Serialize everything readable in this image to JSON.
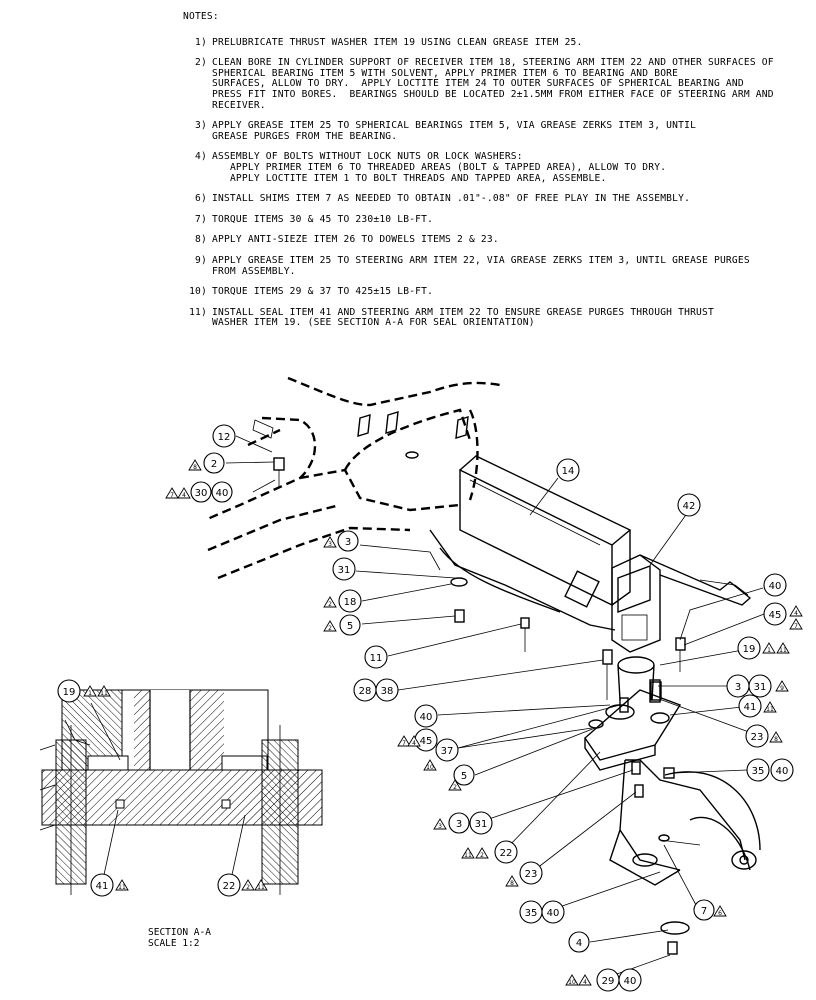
{
  "notes": {
    "title": "NOTES:",
    "items": [
      {
        "num": "1)",
        "text": "PRELUBRICATE THRUST WASHER ITEM 19 USING CLEAN GREASE ITEM 25."
      },
      {
        "num": "2)",
        "text": "CLEAN BORE IN CYLINDER SUPPORT OF RECEIVER ITEM 18, STEERING ARM ITEM 22 AND OTHER SURFACES OF\nSPHERICAL BEARING ITEM 5 WITH SOLVENT, APPLY PRIMER ITEM 6 TO BEARING AND BORE\nSURFACES, ALLOW TO DRY.  APPLY LOCTITE ITEM 24 TO OUTER SURFACES OF SPHERICAL BEARING AND\nPRESS FIT INTO BORES.  BEARINGS SHOULD BE LOCATED 2±1.5MM FROM EITHER FACE OF STEERING ARM AND\nRECEIVER."
      },
      {
        "num": "3)",
        "text": "APPLY GREASE ITEM 25 TO SPHERICAL BEARINGS ITEM 5, VIA GREASE ZERKS ITEM 3, UNTIL\nGREASE PURGES FROM THE BEARING."
      },
      {
        "num": "4)",
        "text": "ASSEMBLY OF BOLTS WITHOUT LOCK NUTS OR LOCK WASHERS:\n   APPLY PRIMER ITEM 6 TO THREADED AREAS (BOLT & TAPPED AREA), ALLOW TO DRY.\n   APPLY LOCTITE ITEM 1 TO BOLT THREADS AND TAPPED AREA, ASSEMBLE."
      },
      {
        "num": "6)",
        "text": "INSTALL SHIMS ITEM 7 AS NEEDED TO OBTAIN .01\"-.08\" OF FREE PLAY IN THE ASSEMBLY."
      },
      {
        "num": "7)",
        "text": "TORQUE ITEMS 30 & 45 TO 230±10 LB-FT."
      },
      {
        "num": "8)",
        "text": "APPLY ANTI-SIEZE ITEM 26 TO DOWELS ITEMS 2 & 23."
      },
      {
        "num": "9)",
        "text": "APPLY GREASE ITEM 25 TO STEERING ARM ITEM 22, VIA GREASE ZERKS ITEM 3, UNTIL GREASE PURGES\nFROM ASSEMBLY."
      },
      {
        "num": "10)",
        "text": "TORQUE ITEMS 29 & 37 TO 425±15 LB-FT."
      },
      {
        "num": "11)",
        "text": "INSTALL SEAL ITEM 41 AND STEERING ARM ITEM 22 TO ENSURE GREASE PURGES THROUGH THRUST\nWASHER ITEM 19. (SEE SECTION A-A FOR SEAL ORIENTATION)"
      }
    ]
  },
  "balloons": {
    "b12": "12",
    "b2": "2",
    "b30": "30",
    "b40a": "40",
    "b14": "14",
    "b42": "42",
    "b3a": "3",
    "b31a": "31",
    "b18": "18",
    "b5a": "5",
    "b40b": "40",
    "b45a": "45",
    "b11": "11",
    "b19a": "19",
    "b28": "28",
    "b38": "38",
    "b40c": "40",
    "b3b": "3",
    "b31b": "31",
    "b45b": "45",
    "b41a": "41",
    "b37": "37",
    "b23a": "23",
    "b5b": "5",
    "b35a": "35",
    "b40d": "40",
    "b3c": "3",
    "b31c": "31",
    "b22a": "22",
    "b23b": "23",
    "b35b": "35",
    "b40e": "40",
    "b7": "7",
    "b4": "4",
    "b29": "29",
    "b40f": "40",
    "b19b": "19",
    "b41b": "41",
    "b22b": "22"
  },
  "flags": {
    "n1": "1",
    "n2": "2",
    "n3": "3",
    "n4": "4",
    "n6": "6",
    "n7": "7",
    "n8": "8",
    "n9": "9",
    "n10": "10",
    "n11": "11"
  },
  "section": {
    "title": "SECTION  A-A",
    "scale": "SCALE  1:2"
  }
}
